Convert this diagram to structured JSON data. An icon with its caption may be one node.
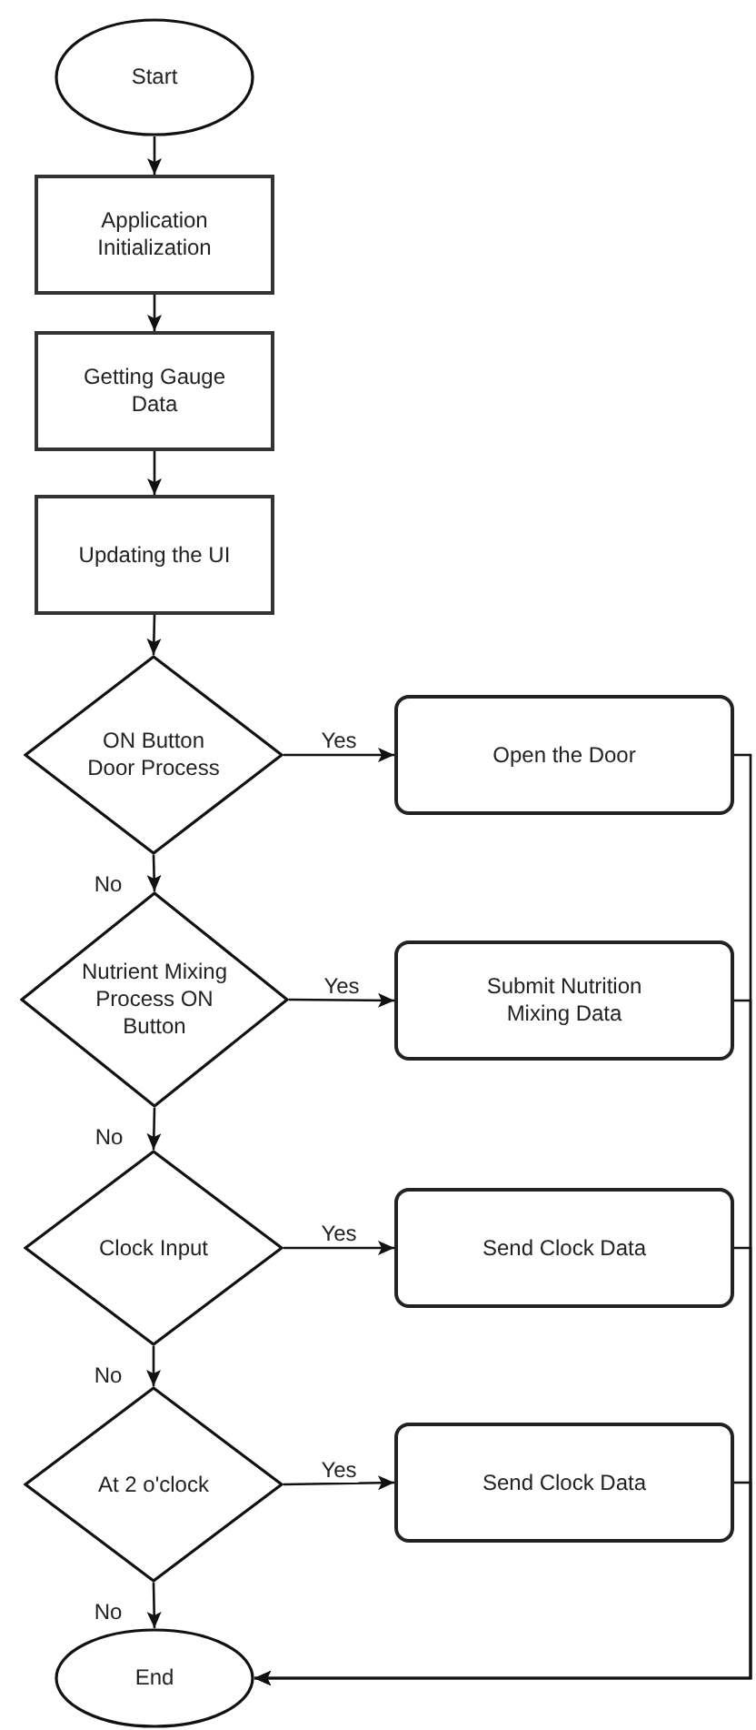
{
  "diagram": {
    "nodes": [
      {
        "text": [
          "Start"
        ]
      },
      {
        "text": [
          "Application Initialization"
        ]
      },
      {
        "text": [
          "Getting Gauge Data"
        ]
      },
      {
        "text": [
          "Updating the UI"
        ]
      },
      {
        "text": [
          "ON Button Door Process"
        ]
      },
      {
        "text": [
          "Open the Door"
        ]
      },
      {
        "text": [
          "Nutrient Mixing Process ON Button"
        ]
      },
      {
        "text": [
          "Submit Nutrition Mixing Data"
        ]
      },
      {
        "text": [
          "Clock Input"
        ]
      },
      {
        "text": [
          "Send Clock Data"
        ]
      },
      {
        "text": [
          "At 2 o'clock"
        ]
      },
      {
        "text": [
          "Send Clock Data"
        ]
      },
      {
        "text": [
          "End"
        ]
      }
    ],
    "edges": [
      {
        "from": 0,
        "to": 1,
        "arrow": "to"
      },
      {
        "from": 1,
        "to": 2,
        "arrow": "to"
      },
      {
        "from": 2,
        "to": 3,
        "arrow": "to"
      },
      {
        "from": 3,
        "to": 4,
        "arrow": "to"
      },
      {
        "from": 4,
        "to": 5,
        "arrow": "to",
        "label": "Yes"
      },
      {
        "from": 4,
        "to": 6,
        "arrow": "to",
        "label": "No"
      },
      {
        "from": 6,
        "to": 7,
        "arrow": "to",
        "label": "Yes"
      },
      {
        "from": 6,
        "to": 8,
        "arrow": "to",
        "label": "No"
      },
      {
        "from": 8,
        "to": 9,
        "arrow": "to",
        "label": "Yes"
      },
      {
        "from": 8,
        "to": 10,
        "arrow": "to",
        "label": "No"
      },
      {
        "from": 10,
        "to": 11,
        "arrow": "to",
        "label": "Yes"
      },
      {
        "from": 10,
        "to": 12,
        "arrow": "to",
        "label": "No"
      },
      {
        "from": 5,
        "to": 12,
        "arrow": "to"
      },
      {
        "from": 7,
        "to": 12,
        "arrow": "to"
      },
      {
        "from": 9,
        "to": 12,
        "arrow": "to"
      },
      {
        "from": 11,
        "to": 12,
        "arrow": "to"
      }
    ]
  }
}
